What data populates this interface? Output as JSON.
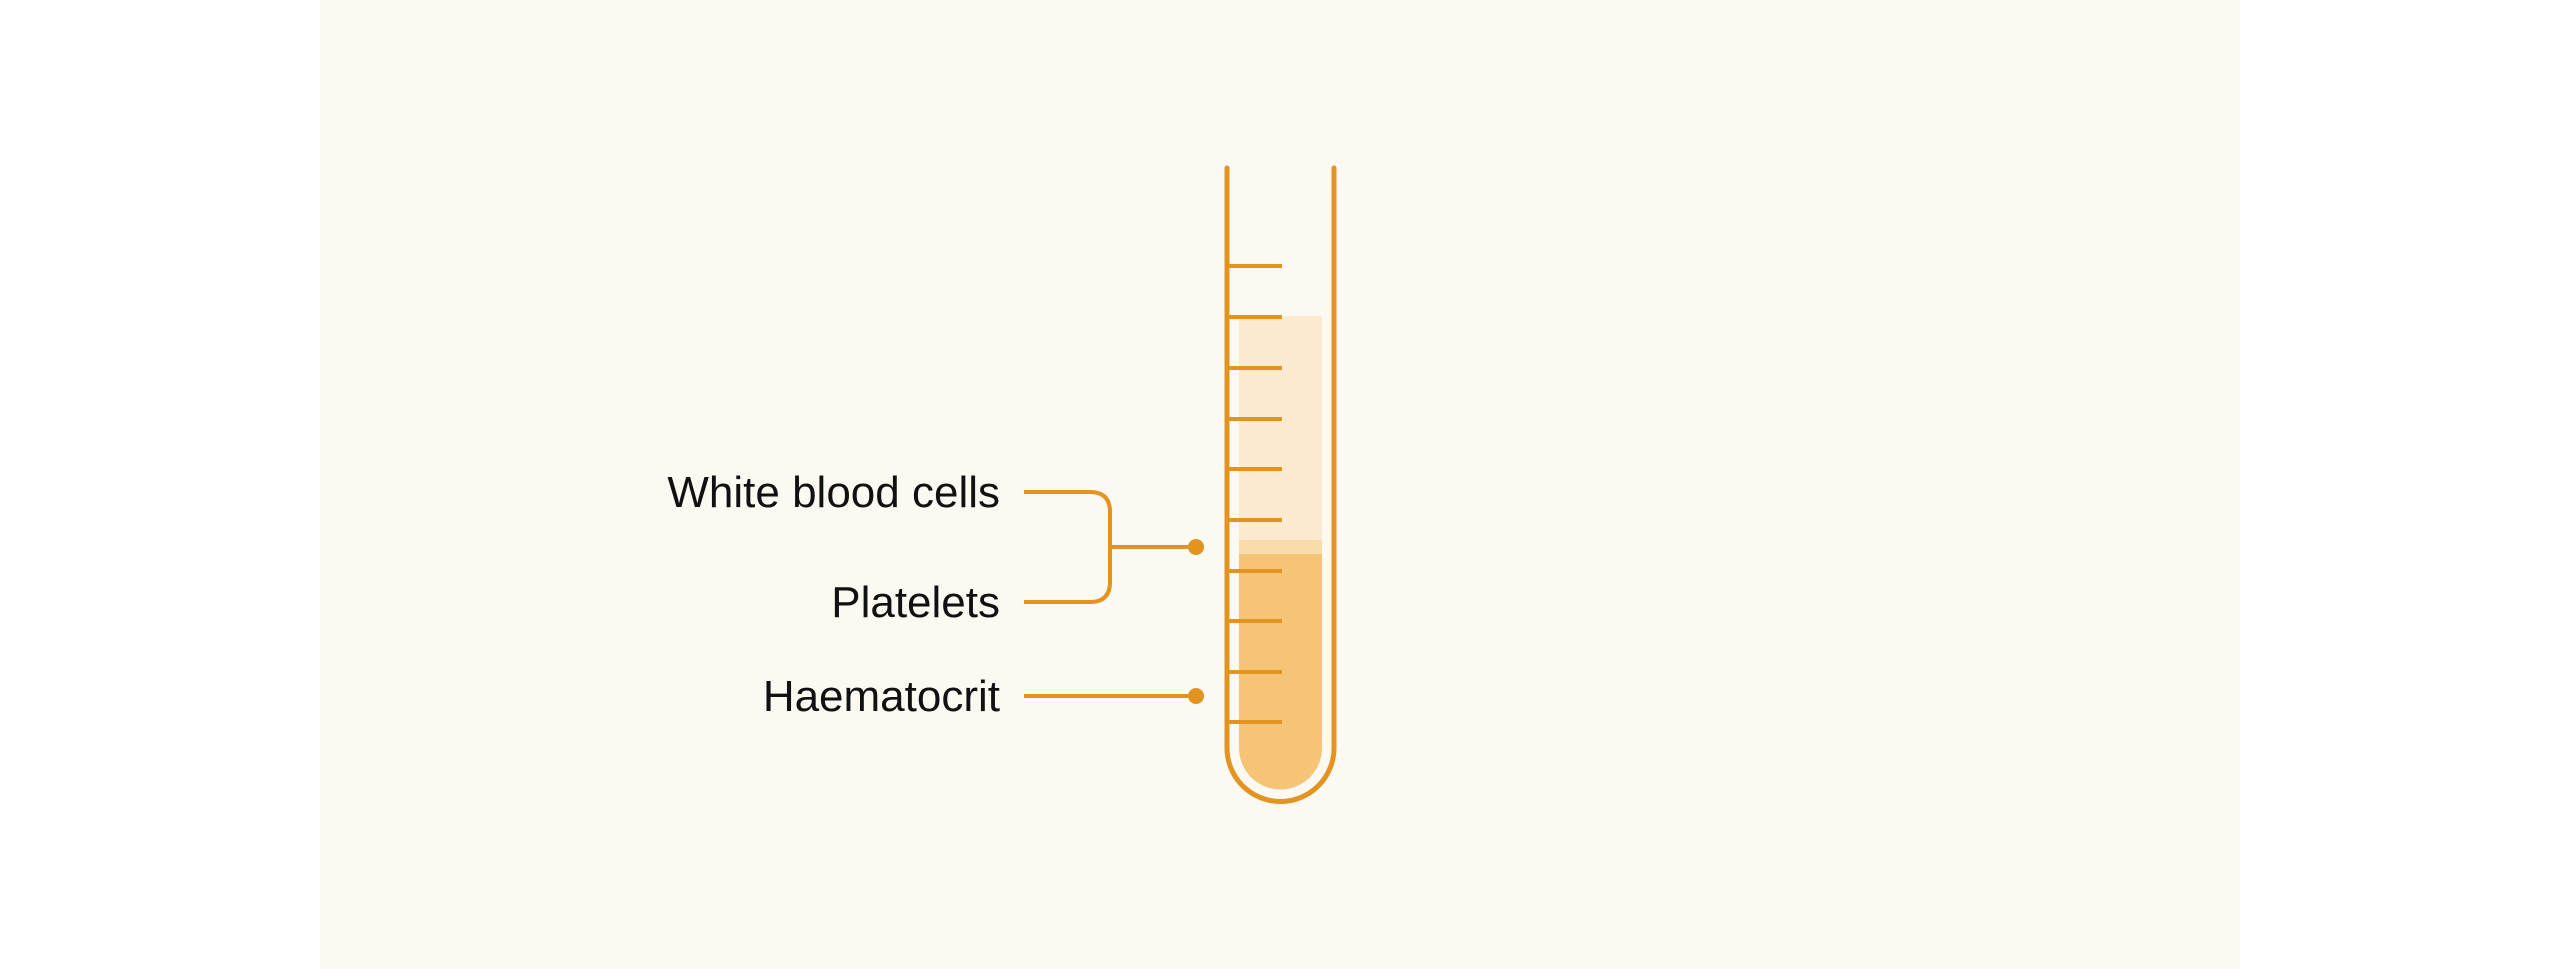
{
  "diagram": {
    "labels": {
      "white_blood_cells": "White blood cells",
      "platelets": "Platelets",
      "haematocrit": "Haematocrit"
    },
    "colors": {
      "background": "#fcf9f2",
      "outline": "#e39320",
      "plasma": "#fbeacf",
      "buffy_coat": "#f8dcaa",
      "haematocrit": "#f5c477",
      "text": "#111111"
    },
    "tube": {
      "tick_count": 10,
      "plasma_level_fraction": 0.7,
      "buffy_coat_fraction": 0.02,
      "haematocrit_fraction": 0.45
    }
  }
}
